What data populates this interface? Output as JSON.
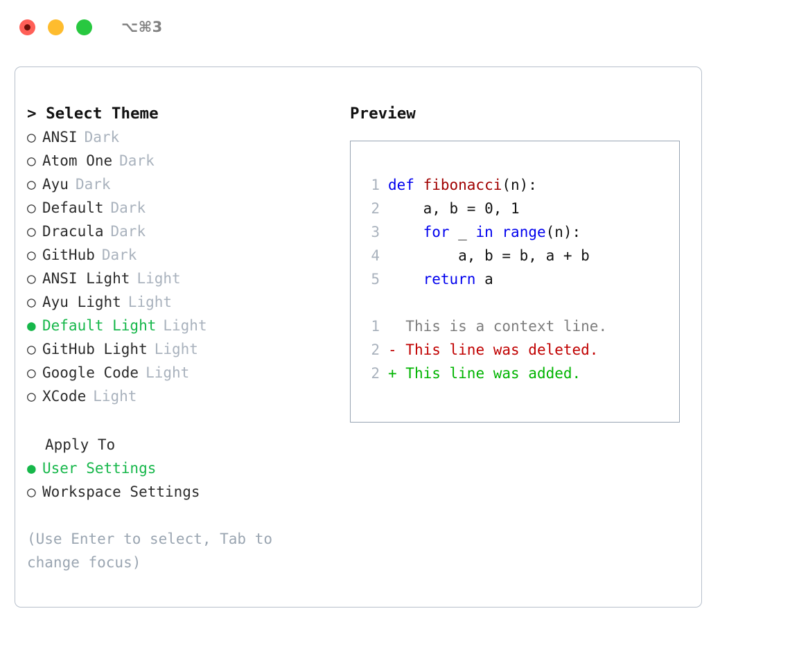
{
  "titlebar": {
    "shortcut": "⌥⌘3",
    "lights": [
      {
        "name": "close",
        "color": "#ff5f57"
      },
      {
        "name": "minimize",
        "color": "#febc2e"
      },
      {
        "name": "maximize",
        "color": "#28c840"
      }
    ]
  },
  "left": {
    "header": "> Select Theme",
    "themes": [
      {
        "label": "ANSI",
        "kind": "Dark",
        "selected": false
      },
      {
        "label": "Atom One",
        "kind": "Dark",
        "selected": false
      },
      {
        "label": "Ayu",
        "kind": "Dark",
        "selected": false
      },
      {
        "label": "Default",
        "kind": "Dark",
        "selected": false
      },
      {
        "label": "Dracula",
        "kind": "Dark",
        "selected": false
      },
      {
        "label": "GitHub",
        "kind": "Dark",
        "selected": false
      },
      {
        "label": "ANSI Light",
        "kind": "Light",
        "selected": false
      },
      {
        "label": "Ayu Light",
        "kind": "Light",
        "selected": false
      },
      {
        "label": "Default Light",
        "kind": "Light",
        "selected": true
      },
      {
        "label": "GitHub Light",
        "kind": "Light",
        "selected": false
      },
      {
        "label": "Google Code",
        "kind": "Light",
        "selected": false
      },
      {
        "label": "XCode",
        "kind": "Light",
        "selected": false
      }
    ],
    "apply_to": {
      "title": "Apply To",
      "options": [
        {
          "label": "User Settings",
          "selected": true
        },
        {
          "label": "Workspace Settings",
          "selected": false
        }
      ]
    },
    "hint": "(Use Enter to select, Tab to change focus)"
  },
  "right": {
    "title": "Preview",
    "code_lines": [
      {
        "num": "1",
        "tokens": [
          {
            "t": "def ",
            "c": "kw"
          },
          {
            "t": "fibonacci",
            "c": "fn"
          },
          {
            "t": "(n):",
            "c": "plain"
          }
        ]
      },
      {
        "num": "2",
        "tokens": [
          {
            "t": "    a, b = 0, 1",
            "c": "plain"
          }
        ]
      },
      {
        "num": "3",
        "tokens": [
          {
            "t": "    ",
            "c": "plain"
          },
          {
            "t": "for",
            "c": "kw"
          },
          {
            "t": " _ ",
            "c": "plain"
          },
          {
            "t": "in",
            "c": "kw"
          },
          {
            "t": " ",
            "c": "plain"
          },
          {
            "t": "range",
            "c": "kw"
          },
          {
            "t": "(n):",
            "c": "plain"
          }
        ]
      },
      {
        "num": "4",
        "tokens": [
          {
            "t": "        a, b = b, a + b",
            "c": "plain"
          }
        ]
      },
      {
        "num": "5",
        "tokens": [
          {
            "t": "    ",
            "c": "plain"
          },
          {
            "t": "return",
            "c": "kw"
          },
          {
            "t": " a",
            "c": "plain"
          }
        ]
      }
    ],
    "diff_lines": [
      {
        "num": "1",
        "marker": " ",
        "text": "This is a context line.",
        "kind": "ctx"
      },
      {
        "num": "2",
        "marker": "-",
        "text": "This line was deleted.",
        "kind": "del"
      },
      {
        "num": "2",
        "marker": "+",
        "text": "This line was added.",
        "kind": "add"
      }
    ]
  },
  "glyphs": {
    "bullet_filled": "●",
    "bullet_empty": "○"
  },
  "colors": {
    "accent_green": "#16b74a",
    "muted": "#a9b2bd",
    "hint": "#9aa5b1",
    "keyword": "#0000ee",
    "function": "#a00000",
    "diff_add": "#00b400",
    "diff_del": "#c00000",
    "border": "#b6bfcb",
    "preview_border": "#97a3b2"
  }
}
